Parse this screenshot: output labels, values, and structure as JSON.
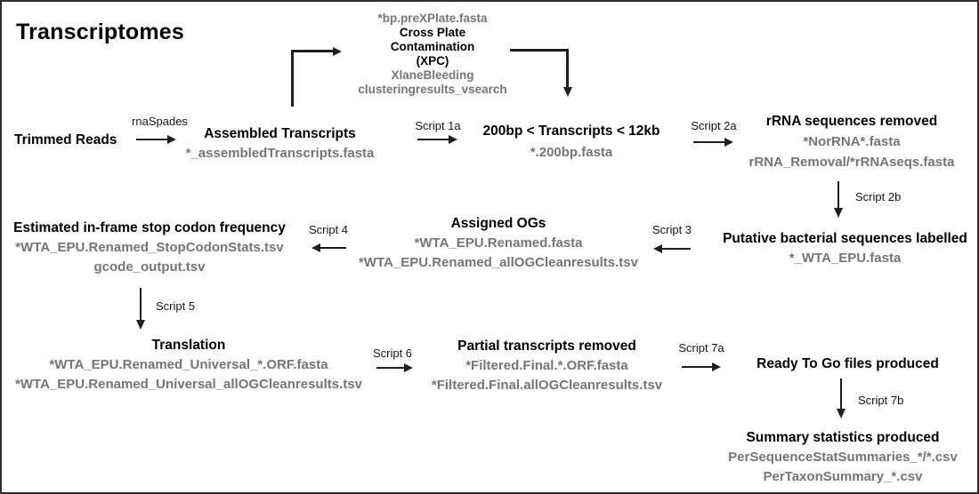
{
  "title": "Transcriptomes",
  "colors": {
    "heading_text": "#000000",
    "file_text": "#757575",
    "arrow": "#1f1f1f"
  },
  "nodes": {
    "trimmed_reads": {
      "title": "Trimmed Reads"
    },
    "assembled": {
      "title": "Assembled Transcripts",
      "file1": "*_assembledTranscripts.fasta"
    },
    "xpc": {
      "input_file": "*bp.preXPlate.fasta",
      "title_line1": "Cross Plate",
      "title_line2": "Contamination",
      "title_line3": "(XPC)",
      "output_file1": "XlaneBleeding",
      "output_file2": "clusteringresults_vsearch"
    },
    "size_filter": {
      "title": "200bp < Transcripts < 12kb",
      "file1": "*.200bp.fasta"
    },
    "rrna_removed": {
      "title": "rRNA sequences removed",
      "file1": "*NorRNA*.fasta",
      "file2": "rRNA_Removal/*rRNAseqs.fasta"
    },
    "bacterial_labelled": {
      "title": "Putative bacterial sequences labelled",
      "file1": "*_WTA_EPU.fasta"
    },
    "assigned_ogs": {
      "title": "Assigned OGs",
      "file1": "*WTA_EPU.Renamed.fasta",
      "file2": "*WTA_EPU.Renamed_allOGCleanresults.tsv"
    },
    "stop_codon": {
      "title": "Estimated in-frame stop codon frequency",
      "file1": "*WTA_EPU.Renamed_StopCodonStats.tsv",
      "file2": "gcode_output.tsv"
    },
    "translation": {
      "title": "Translation",
      "file1": "*WTA_EPU.Renamed_Universal_*.ORF.fasta",
      "file2": "*WTA_EPU.Renamed_Universal_allOGCleanresults.tsv"
    },
    "partial_removed": {
      "title": "Partial transcripts removed",
      "file1": "*Filtered.Final.*.ORF.fasta",
      "file2": "*Filtered.Final.allOGCleanresults.tsv"
    },
    "ready_to_go": {
      "title": "Ready To Go files produced"
    },
    "summary_stats": {
      "title": "Summary statistics produced",
      "file1": "PerSequenceStatSummaries_*/*.csv",
      "file2": "PerTaxonSummary_*.csv"
    }
  },
  "edge_labels": {
    "rnaspades": "rnaSpades",
    "s1a": "Script 1a",
    "s2a": "Script 2a",
    "s2b": "Script 2b",
    "s3": "Script 3",
    "s4": "Script 4",
    "s5": "Script 5",
    "s6": "Script 6",
    "s7a": "Script 7a",
    "s7b": "Script 7b"
  }
}
